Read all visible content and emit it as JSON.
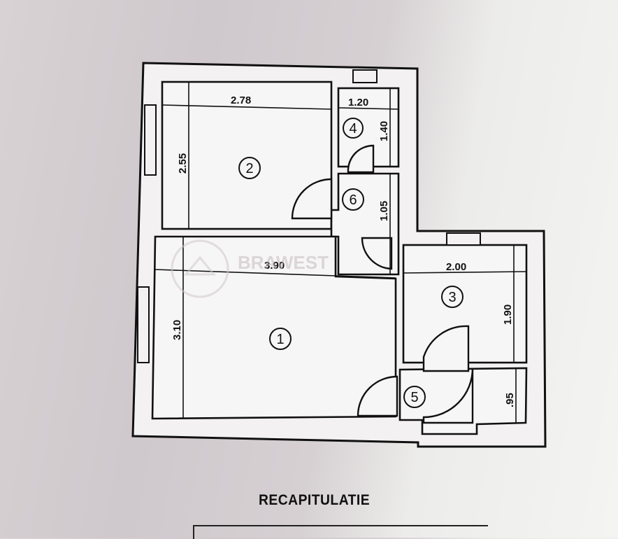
{
  "plan": {
    "rooms": [
      {
        "id": "room-1",
        "number": "1"
      },
      {
        "id": "room-2",
        "number": "2"
      },
      {
        "id": "room-3",
        "number": "3"
      },
      {
        "id": "room-4",
        "number": "4"
      },
      {
        "id": "room-5",
        "number": "5"
      },
      {
        "id": "room-6",
        "number": "6"
      }
    ],
    "dimensions": {
      "room2_width": "2.78",
      "room2_height": "2.55",
      "room4_width": "1.20",
      "room4_height": "1.40",
      "room6_height": "1.05",
      "room1_width": "3.90",
      "room1_height": "3.10",
      "room3_width": "2.00",
      "room3_height": "1.90",
      "room5_height": ".95"
    },
    "watermark": "BRAWEST"
  },
  "summary": {
    "heading": "RECAPITULATIE"
  }
}
